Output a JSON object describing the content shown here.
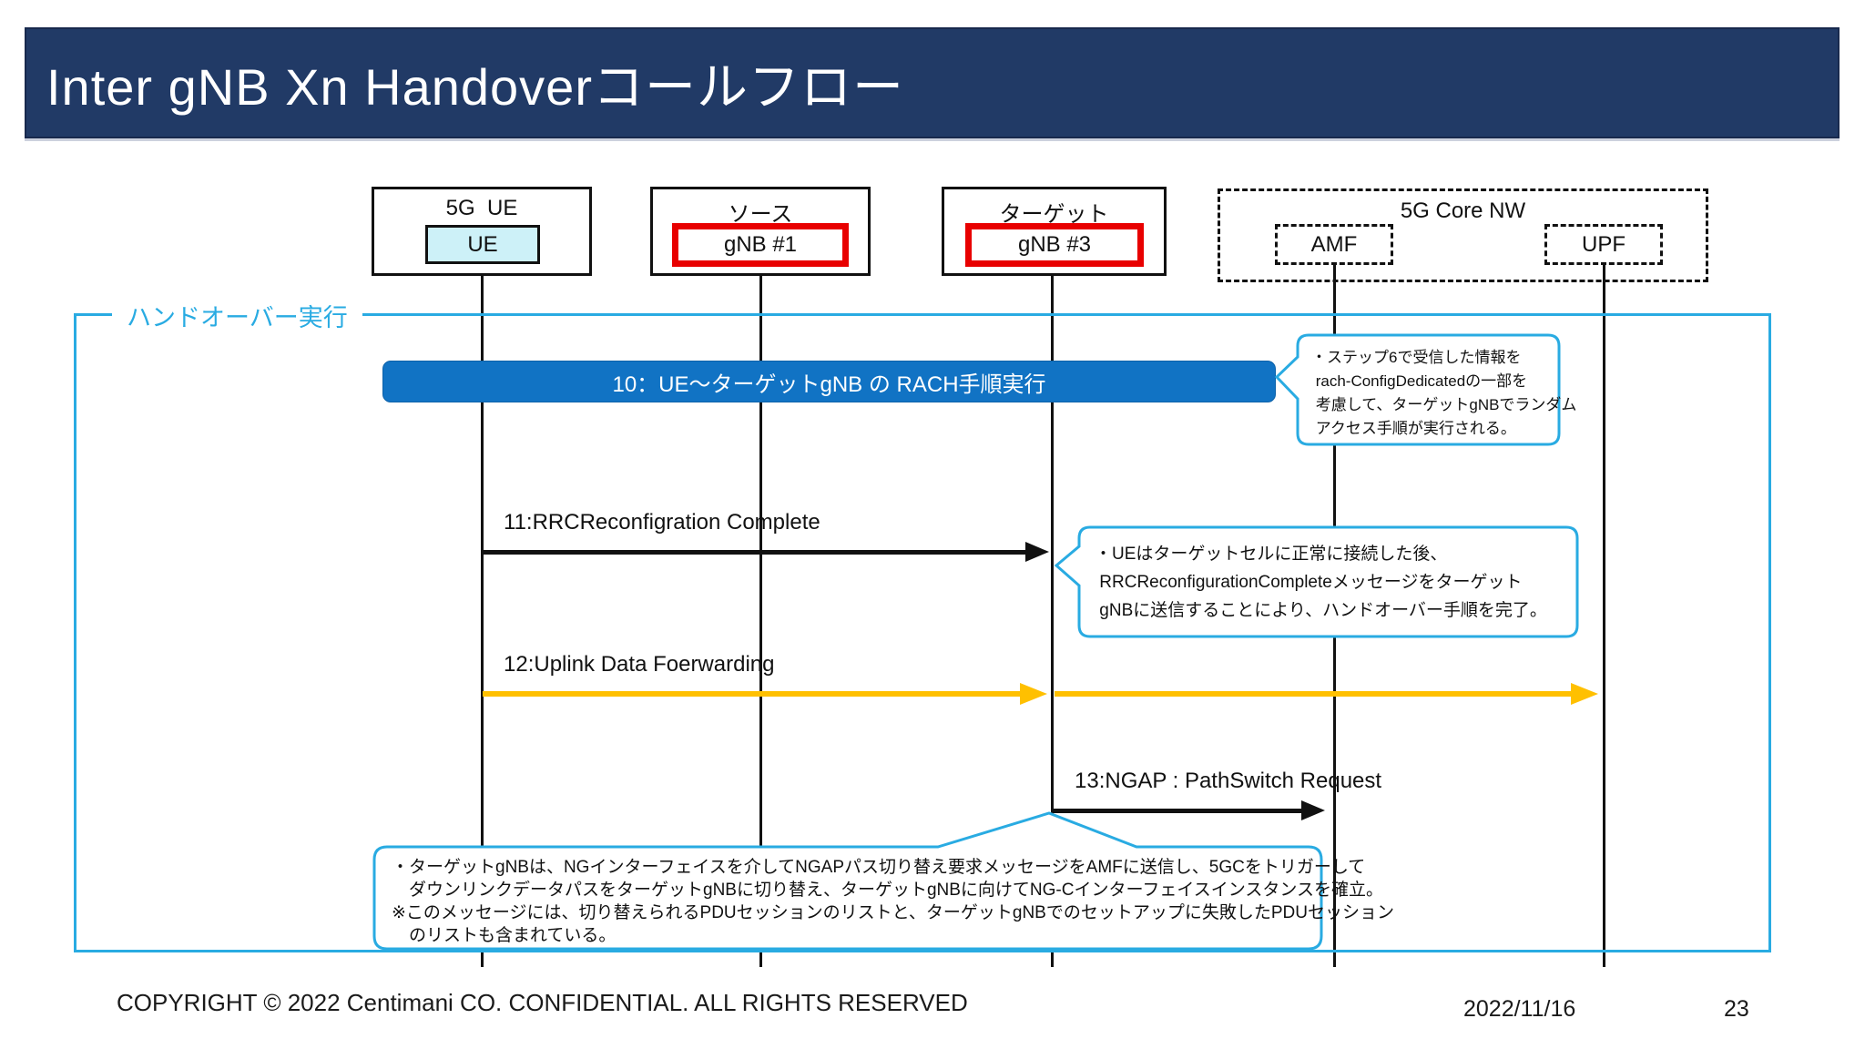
{
  "title": "Inter gNB Xn Handoverコールフロー",
  "colors": {
    "banner_navy": "#213a66",
    "step_bar_blue": "#1173c4",
    "callout_blue": "#29abe2",
    "highlight_red": "#e80000",
    "ue_fill_cyan": "#cdf1f8",
    "uplink_yellow": "#ffc000"
  },
  "actors": {
    "ue": {
      "group": "5G  UE",
      "node": "UE"
    },
    "source": {
      "group": "ソース",
      "node": "gNB #1"
    },
    "target": {
      "group": "ターゲット",
      "node": "gNB #3"
    },
    "core": {
      "group": "5G Core NW",
      "amf": "AMF",
      "upf": "UPF"
    }
  },
  "frame": {
    "label": "ハンドオーバー実行"
  },
  "steps": {
    "s10": {
      "label": "10：UE～ターゲットgNB の RACH手順実行"
    },
    "s11": {
      "label": "11:RRCReconfigration Complete"
    },
    "s12": {
      "label": "12:Uplink Data Foerwarding"
    },
    "s13": {
      "label": "13:NGAP : PathSwitch Request"
    }
  },
  "callouts": {
    "rach": {
      "lines": [
        "・ステップ6で受信した情報を",
        " rach-ConfigDedicatedの一部を",
        " 考慮して、ターゲットgNBでランダム",
        " アクセス手順が実行される。"
      ]
    },
    "rrc": {
      "lines": [
        "・UEはターゲットセルに正常に接続した後、",
        " RRCReconfigurationCompleteメッセージをターゲット",
        " gNBに送信することにより、ハンドオーバー手順を完了。"
      ]
    },
    "pathswitch": {
      "lines": [
        "・ターゲットgNBは、NGインターフェイスを介してNGAPパス切り替え要求メッセージをAMFに送信し、5GCをトリガーして",
        "　ダウンリンクデータパスをターゲットgNBに切り替え、ターゲットgNBに向けてNG-Cインターフェイスインスタンスを確立。",
        "※このメッセージには、切り替えられるPDUセッションのリストと、ターゲットgNBでのセットアップに失敗したPDUセッション",
        "　のリストも含まれている。"
      ]
    }
  },
  "footer": {
    "copyright": "COPYRIGHT © 2022 Centimani CO. CONFIDENTIAL. ALL RIGHTS RESERVED",
    "date": "2022/11/16",
    "page": "23"
  }
}
